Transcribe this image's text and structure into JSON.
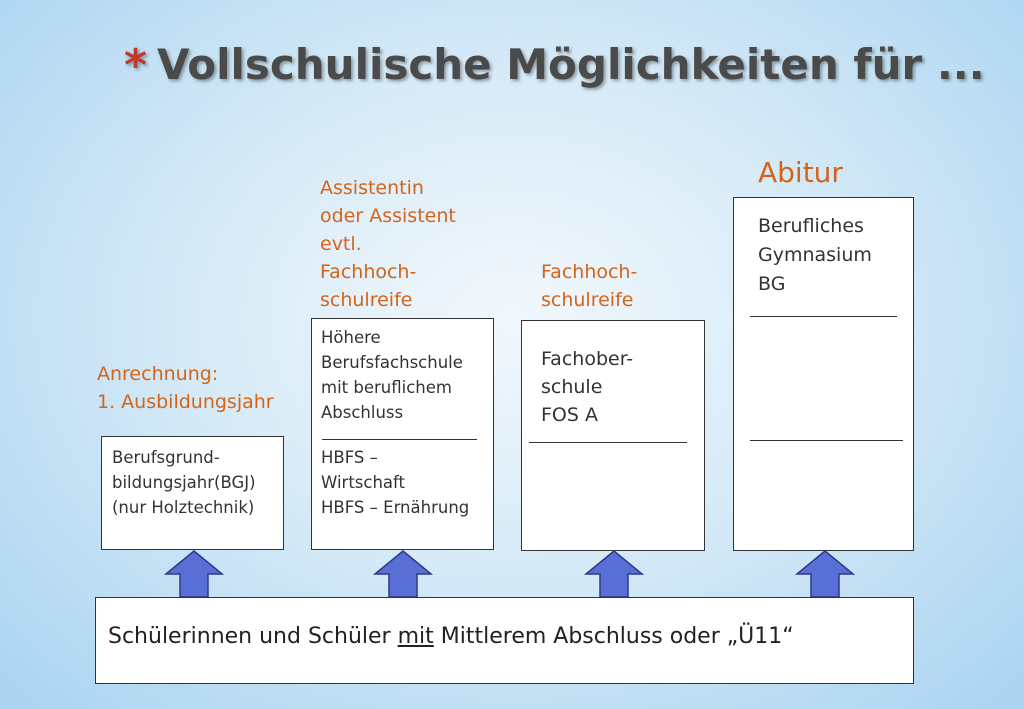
{
  "title": {
    "star": "*",
    "text": "Vollschulische Möglichkeiten für ..."
  },
  "columns": [
    {
      "label_lines": [
        "Anrechnung:",
        "1. Ausbildungsjahr"
      ],
      "box_lines": [
        "Berufsgrund-",
        "bildungsjahr(BGJ)",
        "(nur Holztechnik)"
      ]
    },
    {
      "label_lines": [
        "Assistentin",
        "oder Assistent",
        "evtl.",
        "Fachhoch-",
        "schulreife"
      ],
      "box_lines_top": [
        "Höhere",
        "Berufsfachschule",
        "mit beruflichem",
        "Abschluss"
      ],
      "box_lines_bottom": [
        "HBFS –",
        "Wirtschaft",
        "HBFS – Ernährung"
      ]
    },
    {
      "label_lines": [
        "Fachhoch-",
        "schulreife"
      ],
      "box_lines": [
        "Fachober-",
        "schule",
        "FOS A"
      ]
    },
    {
      "label": "Abitur",
      "box_lines": [
        "Berufliches",
        "Gymnasium",
        "BG"
      ]
    }
  ],
  "bottom": {
    "before": "Schülerinnen und Schüler ",
    "underlined": "mit",
    "after": " Mittlerem Abschluss oder „Ü11“"
  },
  "colors": {
    "accent_orange": "#d2651a",
    "arrow_blue": "#5a6fd6",
    "star_red": "#c0392b"
  }
}
